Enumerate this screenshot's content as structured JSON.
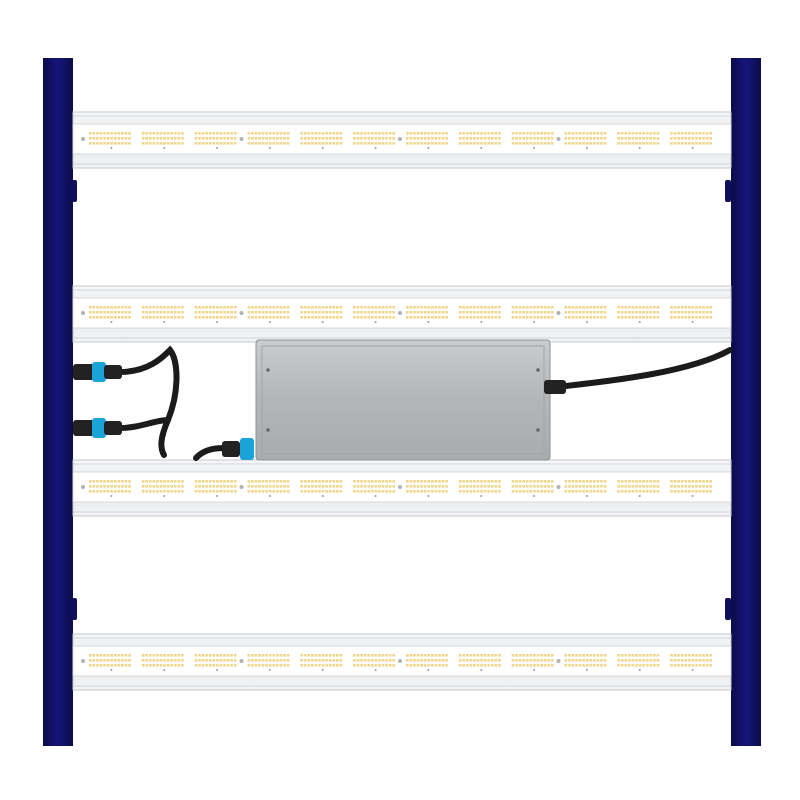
{
  "product": {
    "kind": "LED grow light fixture",
    "bar_count": 4,
    "led_groups_per_bar": 12
  },
  "colors": {
    "frame": "#0f0f5e",
    "bar_body": "#e9eaec",
    "bar_edge": "#c4c7cc",
    "led": "#f2d58a",
    "driver": "#b9bbbd",
    "cable": "#1b1b1b",
    "connector": "#1aa3d6"
  },
  "icons": {
    "frame": "side-rail",
    "bar": "led-light-bar",
    "driver": "power-driver-box",
    "cable": "power-cable",
    "connector": "waterproof-connector"
  }
}
